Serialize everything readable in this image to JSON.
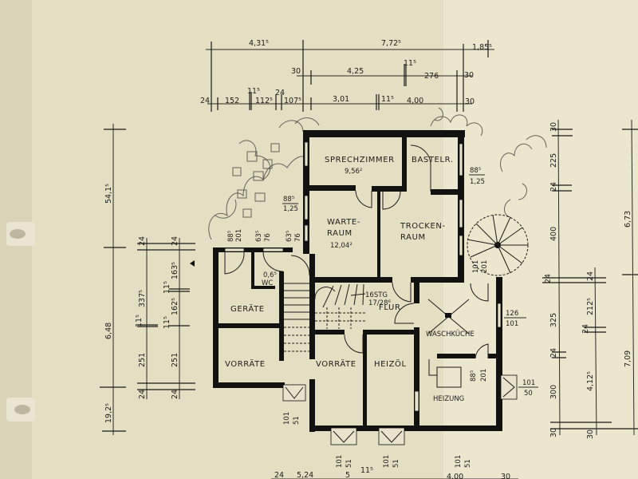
{
  "title": "Floor plan (Kellergeschoss)",
  "colors": {
    "paper": "#e6e0c6",
    "paper_light": "#ece7cf",
    "ink": "#121210"
  },
  "dims_top": {
    "row1": [
      "4,31⁵",
      "7,72⁵",
      "1,85⁵"
    ],
    "row2": [
      "30",
      "4,25",
      "11⁵",
      "276",
      "30"
    ],
    "row3": [
      "24",
      "152",
      "11⁵",
      "112⁵",
      "24",
      "107⁵",
      "3,01",
      "11⁵",
      "4,00",
      "30"
    ]
  },
  "dims_left": {
    "outer": [
      "54,1⁵",
      "6,48",
      "19,2⁵"
    ],
    "mid": [
      "24",
      "337⁵",
      "11⁵",
      "251",
      "24"
    ],
    "inner": [
      "24",
      "163⁵",
      "11⁵",
      "162⁵",
      "11⁵",
      "251",
      "24"
    ]
  },
  "dims_right": {
    "inner": [
      "30",
      "225",
      "24",
      "400",
      "24",
      "325",
      "24",
      "300",
      "30"
    ],
    "mid": [
      "24",
      "212⁵",
      "24",
      "4,12⁵",
      "30"
    ],
    "outer": [
      "6,73",
      "7,09"
    ]
  },
  "dims_bottom": [
    "24",
    "5,24",
    "5",
    "11⁵",
    "4,00",
    "30"
  ],
  "rooms": {
    "sprechzimmer": {
      "name": "SPRECHZIMMER",
      "area": "9,56²"
    },
    "bastelr": {
      "name": "BASTELR."
    },
    "warteraum": {
      "name1": "WARTE-",
      "name2": "RAUM",
      "area": "12,04²"
    },
    "trockenraum": {
      "name1": "TROCKEN-",
      "name2": "RAUM"
    },
    "wc": {
      "name": "WC",
      "size": "0,6⁵"
    },
    "geraete": {
      "name": "GERÄTE"
    },
    "vorraete_left": {
      "name": "VORRÄTE"
    },
    "vorraete_mid": {
      "name": "VORRÄTE"
    },
    "heizoel": {
      "name": "HEIZÖL"
    },
    "flur": {
      "name": "FLUR",
      "stairs1": "16STG",
      "stairs2": "17/28⁶"
    },
    "waschkueche": {
      "name": "WASCHKÜCHE"
    },
    "heizung": {
      "name": "HEIZUNG"
    }
  },
  "openings": {
    "win_left_top": [
      "88⁵",
      "1,25"
    ],
    "win_right_top": [
      "88⁵",
      "1,25"
    ],
    "door_a": [
      "88⁵",
      "201"
    ],
    "win_b": [
      "63⁵",
      "76"
    ],
    "win_c": [
      "63⁵",
      "76"
    ],
    "spiral_door": [
      "101",
      "201"
    ],
    "wasch_win": [
      "126",
      "101"
    ],
    "heiz_door": [
      "88⁵",
      "201"
    ],
    "well_right": [
      "101",
      "50"
    ],
    "well_left": [
      "101",
      "51"
    ],
    "well_b1": [
      "101",
      "51"
    ],
    "well_b2": [
      "101",
      "51"
    ],
    "well_b3": [
      "101",
      "51"
    ]
  }
}
